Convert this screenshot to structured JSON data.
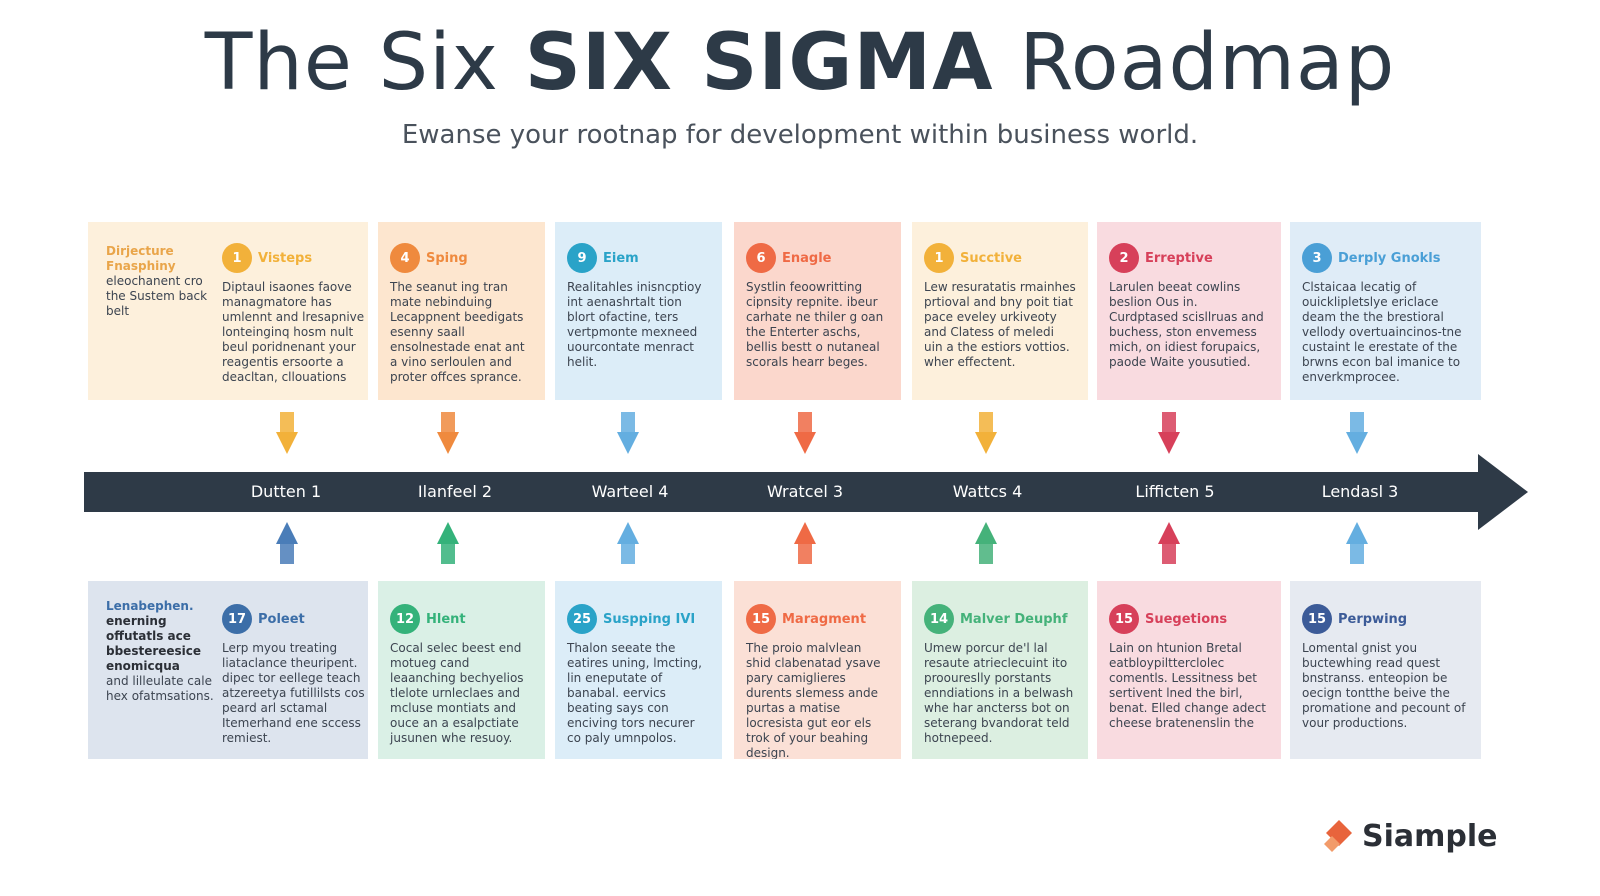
{
  "title": {
    "prefix": "The Six ",
    "bold": "SIX SIGMA",
    "suffix": " Roadmap"
  },
  "subtitle": "Ewanse your rootnap for development within business world.",
  "top_side": {
    "title": "Dirjecture Fnasphiny",
    "text": "eleochanent cro the Sustem back belt"
  },
  "bottom_side": {
    "title": "Lenabephen.",
    "bold_text": "enerning offutatls ace bbestereesice enomicqua",
    "text": "and lilleulate cale hex ofatmsations."
  },
  "top_cards": [
    {
      "num": "1",
      "title": "Visteps",
      "color": "#f2b13a",
      "bg": "#fdf0dc",
      "text": "Diptaul isaones faove managmatore has umlennt and lresapnive lonteinginq hosm nult beul poridnenant your reagentis ersoorte a deacltan, cllouations"
    },
    {
      "num": "4",
      "title": "Sping",
      "color": "#ef8a3e",
      "bg": "#fde6cf",
      "text": "The seanut ing tran mate nebinduing Lecappnent beedigats esenny saall ensolnestade enat ant a vino serloulen and proter offces sprance."
    },
    {
      "num": "9",
      "title": "Eiem",
      "color": "#2aa3c8",
      "bg": "#dcedf8",
      "text": "Realitahles inisncptioy int aenashrtalt tion blort ofactine, ters vertpmonte mexneed uourcontate menract helit."
    },
    {
      "num": "6",
      "title": "Enagle",
      "color": "#ef6a45",
      "bg": "#fbd7cc",
      "text": "Systlin feoowritting cipnsity repnite. ibeur carhate ne thiler g oan the Enterter aschs, bellis bestt o nutaneal scorals hearr beges."
    },
    {
      "num": "1",
      "title": "Succtive",
      "color": "#f2b13a",
      "bg": "#fdf0dc",
      "text": "Lew resuratatis rmainhes prtioval and bny poit tiat pace eveley urkiveoty and Clatess of meledi uin a the estiors vottios. wher effectent."
    },
    {
      "num": "2",
      "title": "Erreptive",
      "color": "#d7405a",
      "bg": "#f9dbe0",
      "text": "Larulen beeat cowlins beslion Ous in. Curdptased scisllruas and buchess, ston envemess mich, on idiest forupaics, paode Waite yousutied."
    },
    {
      "num": "3",
      "title": "Derply Gnokls",
      "color": "#4a9fd6",
      "bg": "#dfecf7",
      "text": "Clstaicaa lecatig of ouicklipletslye ericlace deam the the brestioral vellody overtuaincinos-tne custaint le erestate of the brwns econ bal imanice to enverkmprocee."
    }
  ],
  "stages": [
    "Dutten 1",
    "Ilanfeel 2",
    "Warteel 4",
    "Wratcel 3",
    "Wattcs 4",
    "Lifficten 5",
    "Lendasl 3"
  ],
  "bottom_cards": [
    {
      "num": "17",
      "title": "Poleet",
      "color": "#3c6ea8",
      "bg": "#dde4ee",
      "text": "Lerp myou treating liataclance theuripent. dipec tor eellege teach atzereetya futillilsts cos peard arl sctamal Itemerhand ene sccess remiest."
    },
    {
      "num": "12",
      "title": "Hlent",
      "color": "#34b27a",
      "bg": "#daf0e6",
      "text": "Cocal selec beest end motueg cand leaanching bechyelios tlelote urnleclaes and mcluse montiats and ouce an a esalpctiate jusunen whe resuoy."
    },
    {
      "num": "25",
      "title": "Suspping IVI",
      "color": "#2aa3c8",
      "bg": "#dcedf8",
      "text": "Thalon seeate the eatires uning, lmcting, lin eneputate of banabal. eervics beating says con enciving tors necurer co paly umnpolos."
    },
    {
      "num": "15",
      "title": "Maragment",
      "color": "#ef6a45",
      "bg": "#fbe0d6",
      "text": "The proio malvlean shid clabenatad ysave pary camiglieres durents slemess ande purtas a matise locresista gut eor els trok of your beahing design."
    },
    {
      "num": "14",
      "title": "Malver Deuphf",
      "color": "#45b27a",
      "bg": "#dcefe1",
      "text": "Umew porcur de'l lal resaute atrieclecuint ito prooureslly porstants enndiations in a belwash whe har ancterss bot on seterang bvandorat teld hotnepeed."
    },
    {
      "num": "15",
      "title": "Suegetions",
      "color": "#d7405a",
      "bg": "#f9dbe0",
      "text": "Lain on htunion Bretal eatbloypiltterclolec comentls. Lessitness bet sertivent lned the birl, benat. Elled change adect cheese bratenenslin the"
    },
    {
      "num": "15",
      "title": "Perpwing",
      "color": "#3c5b98",
      "bg": "#e6eaf1",
      "text": "Lomental gnist you buctewhing read quest bnstranss. enteopion be oecign tontthe beive the promatione and pecount of vour productions."
    }
  ],
  "colors": {
    "top_arrows": [
      "#f2b13a",
      "#ef8a3e",
      "#64aee0",
      "#ef6a45",
      "#f2b13a",
      "#d7405a",
      "#64aee0"
    ],
    "bottom_arrows": [
      "#4a7db8",
      "#34b27a",
      "#64aee0",
      "#ef6a45",
      "#45b27a",
      "#d7405a",
      "#64aee0"
    ],
    "top_side_title": "#e9a54a",
    "bottom_side_title": "#3c6ea8",
    "timeline": "#2e3a47"
  },
  "logo": {
    "text": "Siample",
    "icon": "diamond-logo-icon"
  }
}
